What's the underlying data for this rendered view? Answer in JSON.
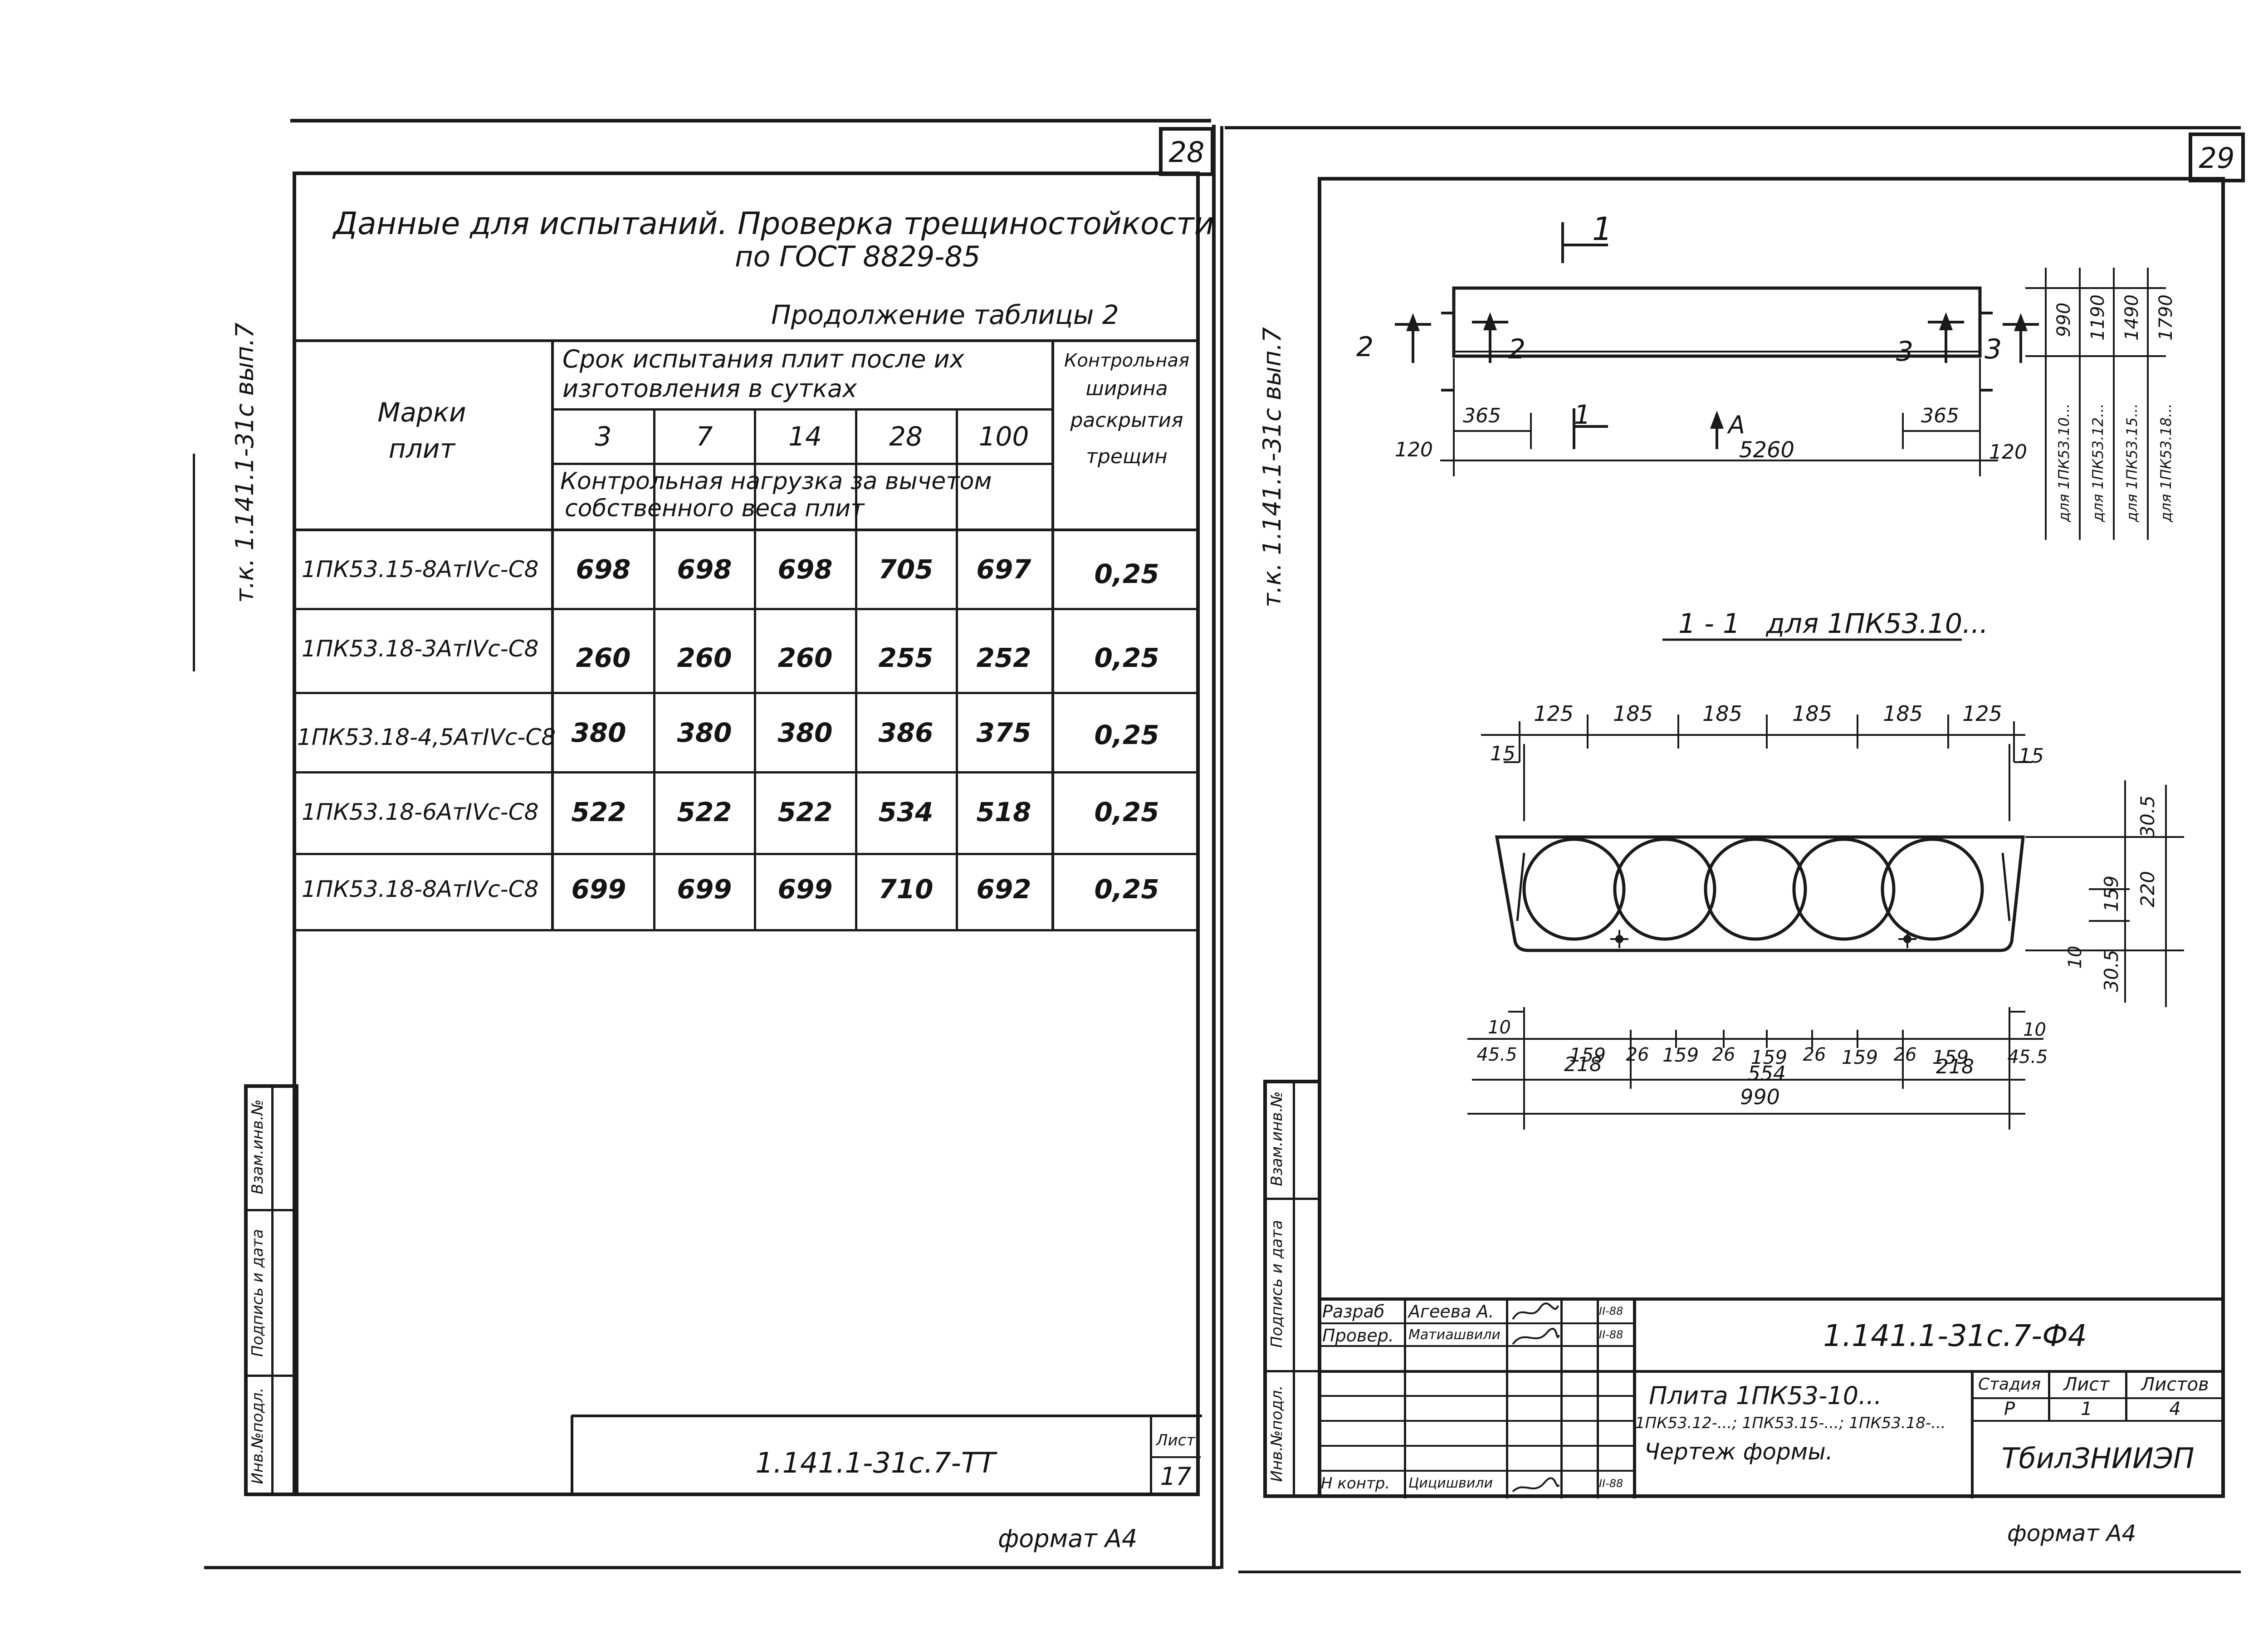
{
  "left_sheet": {
    "page_number": "28",
    "side_code": "т.к. 1.141.1-31с вып.7",
    "title_line1": "Данные для испытаний. Проверка трещиностойкости",
    "title_line2": "по ГОСТ 8829-85",
    "continuation": "Продолжение таблицы 2",
    "table": {
      "header_marks": [
        "Марки",
        "плит"
      ],
      "header_period": [
        "Срок испытания плит после их",
        "изготовления в сутках"
      ],
      "header_load": [
        "Контрольная нагрузка за вычетом",
        "собственного веса плит"
      ],
      "header_crack": [
        "Контрольная",
        "ширина",
        "раскрытия",
        "трещин"
      ],
      "day_columns": [
        "3",
        "7",
        "14",
        "28",
        "100"
      ],
      "rows": [
        {
          "mark": "1ПК53.15-8АтIVc-С8",
          "values": [
            "698",
            "698",
            "698",
            "705",
            "697"
          ],
          "crack": "0,25"
        },
        {
          "mark": "1ПК53.18-3АтIVc-С8",
          "values": [
            "260",
            "260",
            "260",
            "255",
            "252"
          ],
          "crack": "0,25"
        },
        {
          "mark": "1ПК53.18-4,5АтIVc-С8",
          "values": [
            "380",
            "380",
            "380",
            "386",
            "375"
          ],
          "crack": "0,25"
        },
        {
          "mark": "1ПК53.18-6АтIVc-С8",
          "values": [
            "522",
            "522",
            "522",
            "534",
            "518"
          ],
          "crack": "0,25"
        },
        {
          "mark": "1ПК53.18-8АтIVc-С8",
          "values": [
            "699",
            "699",
            "699",
            "710",
            "692"
          ],
          "crack": "0,25"
        }
      ]
    },
    "stamp_code": "1.141.1-31с.7-ТТ",
    "sheet_label": "Лист",
    "sheet_number": "17",
    "format": "формат А4",
    "side_stamp": [
      "Инв.№подл.",
      "Подпись и дата",
      "Взам.инв.№"
    ]
  },
  "right_sheet": {
    "page_number": "29",
    "side_code": "т.к. 1.141.1-31с вып.7",
    "plan": {
      "section_mark": "1",
      "length": "5260",
      "end_offset": "365",
      "edge": "120",
      "view_arrow": "А",
      "cut2": "2",
      "cut3": "3",
      "widths": [
        "990",
        "1190",
        "1490",
        "1790"
      ],
      "width_labels": [
        "для 1ПК53.10...",
        "для 1ПК53.12...",
        "для 1ПК53.15...",
        "для 1ПК53.18..."
      ]
    },
    "section_title": "1 - 1   для 1ПК53.10...",
    "section": {
      "top_dims": [
        "125",
        "185",
        "185",
        "185",
        "185",
        "125"
      ],
      "side_15": "15",
      "heights": [
        "30.5",
        "159",
        "30.5",
        "220"
      ],
      "height_10": "10",
      "bottom_row1": [
        "45.5",
        "159",
        "26",
        "159",
        "26",
        "159",
        "26",
        "159",
        "26",
        "159",
        "45.5"
      ],
      "bottom_10": "10",
      "bottom_row2": [
        "218",
        "554",
        "218"
      ],
      "bottom_total": "990"
    },
    "stamp": {
      "code": "1.141.1-31с.7-Ф4",
      "rows": [
        {
          "role": "Разраб",
          "name": "Агеева А.",
          "date": "II-88"
        },
        {
          "role": "Провер.",
          "name": "Матиашвили",
          "date": "II-88"
        },
        {
          "role": "Н контр.",
          "name": "Цицишвили",
          "date": "II-88"
        }
      ],
      "title_lines": [
        "Плита 1ПК53-10...",
        "1ПК53.12-...; 1ПК53.15-...; 1ПК53.18-...",
        "Чертеж формы."
      ],
      "stage_label": "Стадия",
      "sheet_label": "Лист",
      "sheets_label": "Листов",
      "stage": "Р",
      "sheet": "1",
      "sheets": "4",
      "org": "ТбилЗНИИЭП"
    },
    "format": "формат А4",
    "side_stamp": [
      "Инв.№подл.",
      "Подпись и дата",
      "Взам.инв.№"
    ]
  }
}
